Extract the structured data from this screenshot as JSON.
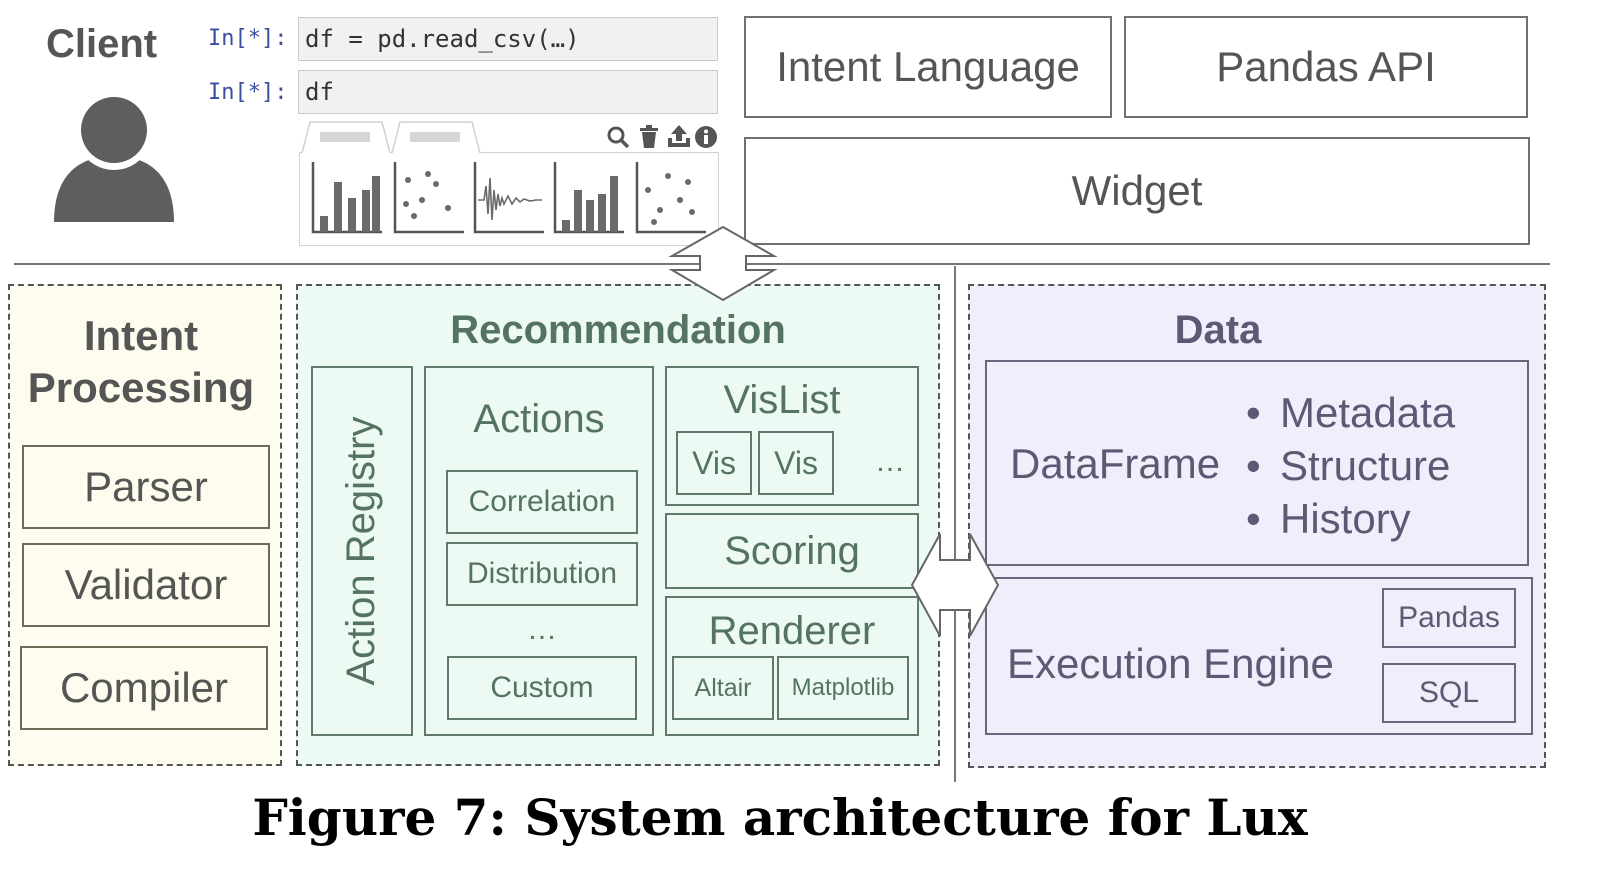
{
  "client": {
    "title": "Client",
    "cells": [
      {
        "prompt": "In[*]:",
        "code": "df = pd.read_csv(…)"
      },
      {
        "prompt": "In[*]:",
        "code": "df"
      }
    ]
  },
  "interface": {
    "intent_language": "Intent Language",
    "pandas_api": "Pandas API",
    "widget": "Widget"
  },
  "intent_processing": {
    "title_line1": "Intent",
    "title_line2": "Processing",
    "items": [
      "Parser",
      "Validator",
      "Compiler"
    ]
  },
  "recommendation": {
    "title": "Recommendation",
    "action_registry": "Action Registry",
    "actions": {
      "title": "Actions",
      "items": [
        "Correlation",
        "Distribution",
        "…",
        "Custom"
      ]
    },
    "vislist": {
      "title": "VisList",
      "items": [
        "Vis",
        "Vis",
        "…"
      ]
    },
    "scoring": "Scoring",
    "renderer": {
      "title": "Renderer",
      "items": [
        "Altair",
        "Matplotlib"
      ]
    }
  },
  "data": {
    "title": "Data",
    "dataframe": "DataFrame",
    "bullets": [
      "Metadata",
      "Structure",
      "History"
    ],
    "execution_engine": "Execution Engine",
    "engines": [
      "Pandas",
      "SQL"
    ]
  },
  "caption": "Figure 7: System architecture for Lux",
  "colors": {
    "intent_bg": "#fdfcee",
    "recommendation_bg": "#ecfaf3",
    "data_bg": "#f1eefb"
  }
}
